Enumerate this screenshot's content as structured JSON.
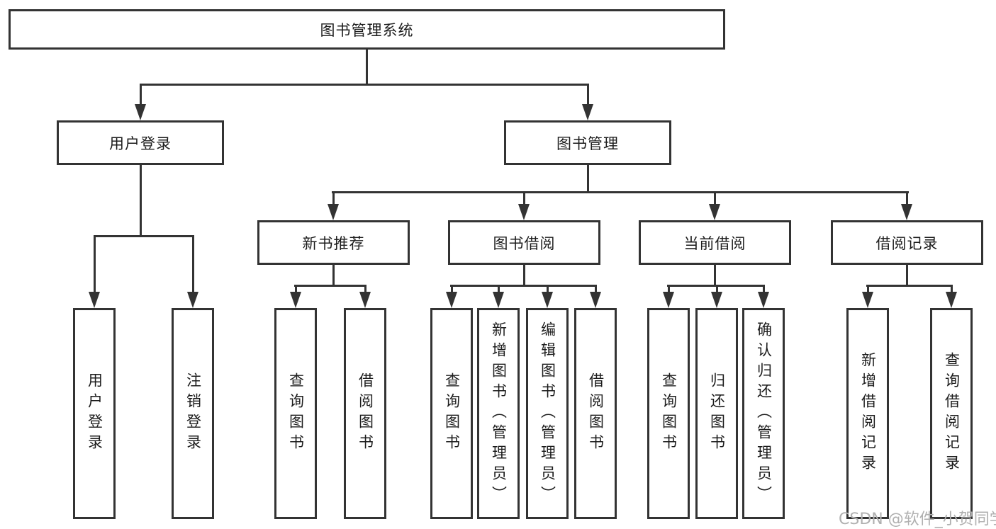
{
  "diagram": {
    "root": {
      "label": "图书管理系统",
      "children": [
        {
          "label": "用户登录",
          "children": [
            {
              "label": "用户登录"
            },
            {
              "label": "注销登录"
            }
          ]
        },
        {
          "label": "图书管理",
          "children": [
            {
              "label": "新书推荐",
              "children": [
                {
                  "label": "查询图书"
                },
                {
                  "label": "借阅图书"
                }
              ]
            },
            {
              "label": "图书借阅",
              "children": [
                {
                  "label": "查询图书"
                },
                {
                  "label": "新增图书（管理员）"
                },
                {
                  "label": "编辑图书（管理员）"
                },
                {
                  "label": "借阅图书"
                }
              ]
            },
            {
              "label": "当前借阅",
              "children": [
                {
                  "label": "查询图书"
                },
                {
                  "label": "归还图书"
                },
                {
                  "label": "确认归还（管理员）"
                }
              ]
            },
            {
              "label": "借阅记录",
              "children": [
                {
                  "label": "新增借阅记录"
                },
                {
                  "label": "查询借阅记录"
                }
              ]
            }
          ]
        }
      ]
    },
    "colors": {
      "line": "#333333",
      "text": "#1c1c1c",
      "background": "#ffffff",
      "watermark": "#b0b0b0"
    },
    "watermark": "CSDN @软件_小贺同学"
  }
}
